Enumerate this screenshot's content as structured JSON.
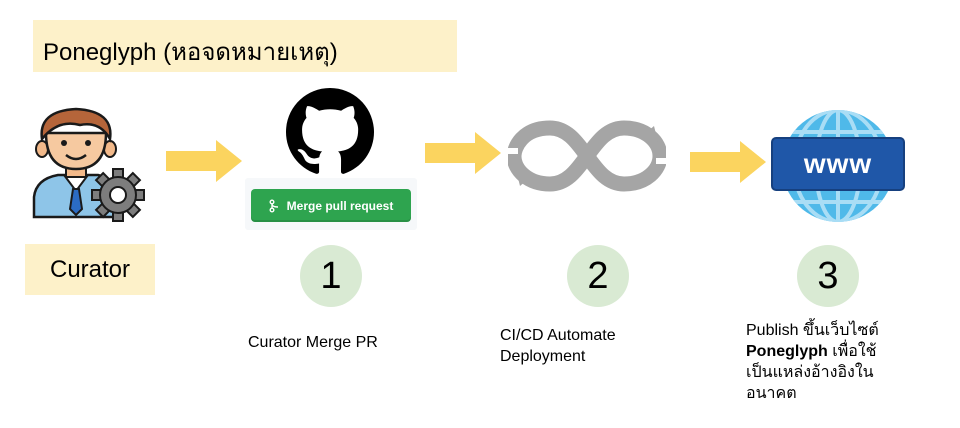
{
  "title": "Poneglyph (หอจดหมายเหตุ)",
  "curator_label": "Curator",
  "merge_button_label": "Merge pull request",
  "steps": [
    {
      "number": "1",
      "caption": "Curator Merge PR"
    },
    {
      "number": "2",
      "caption_line1": "CI/CD Automate",
      "caption_line2": "Deployment"
    },
    {
      "number": "3",
      "caption_line1": "Publish ขึ้นเว็บไซต์",
      "caption_bold": "Poneglyph",
      "caption_line2_rest": " เพื่อใช้",
      "caption_line3": "เป็นแหล่งอ้างอิงใน",
      "caption_line4": "อนาคต"
    }
  ],
  "icons": [
    "curator-avatar-icon",
    "github-icon",
    "infinity-cicd-icon",
    "www-globe-icon",
    "arrow-right-icon"
  ],
  "colors": {
    "highlight": "#fdf1c9",
    "arrow": "#fbd45f",
    "step_circle": "#d9ead3",
    "merge_green": "#2ea44f"
  }
}
